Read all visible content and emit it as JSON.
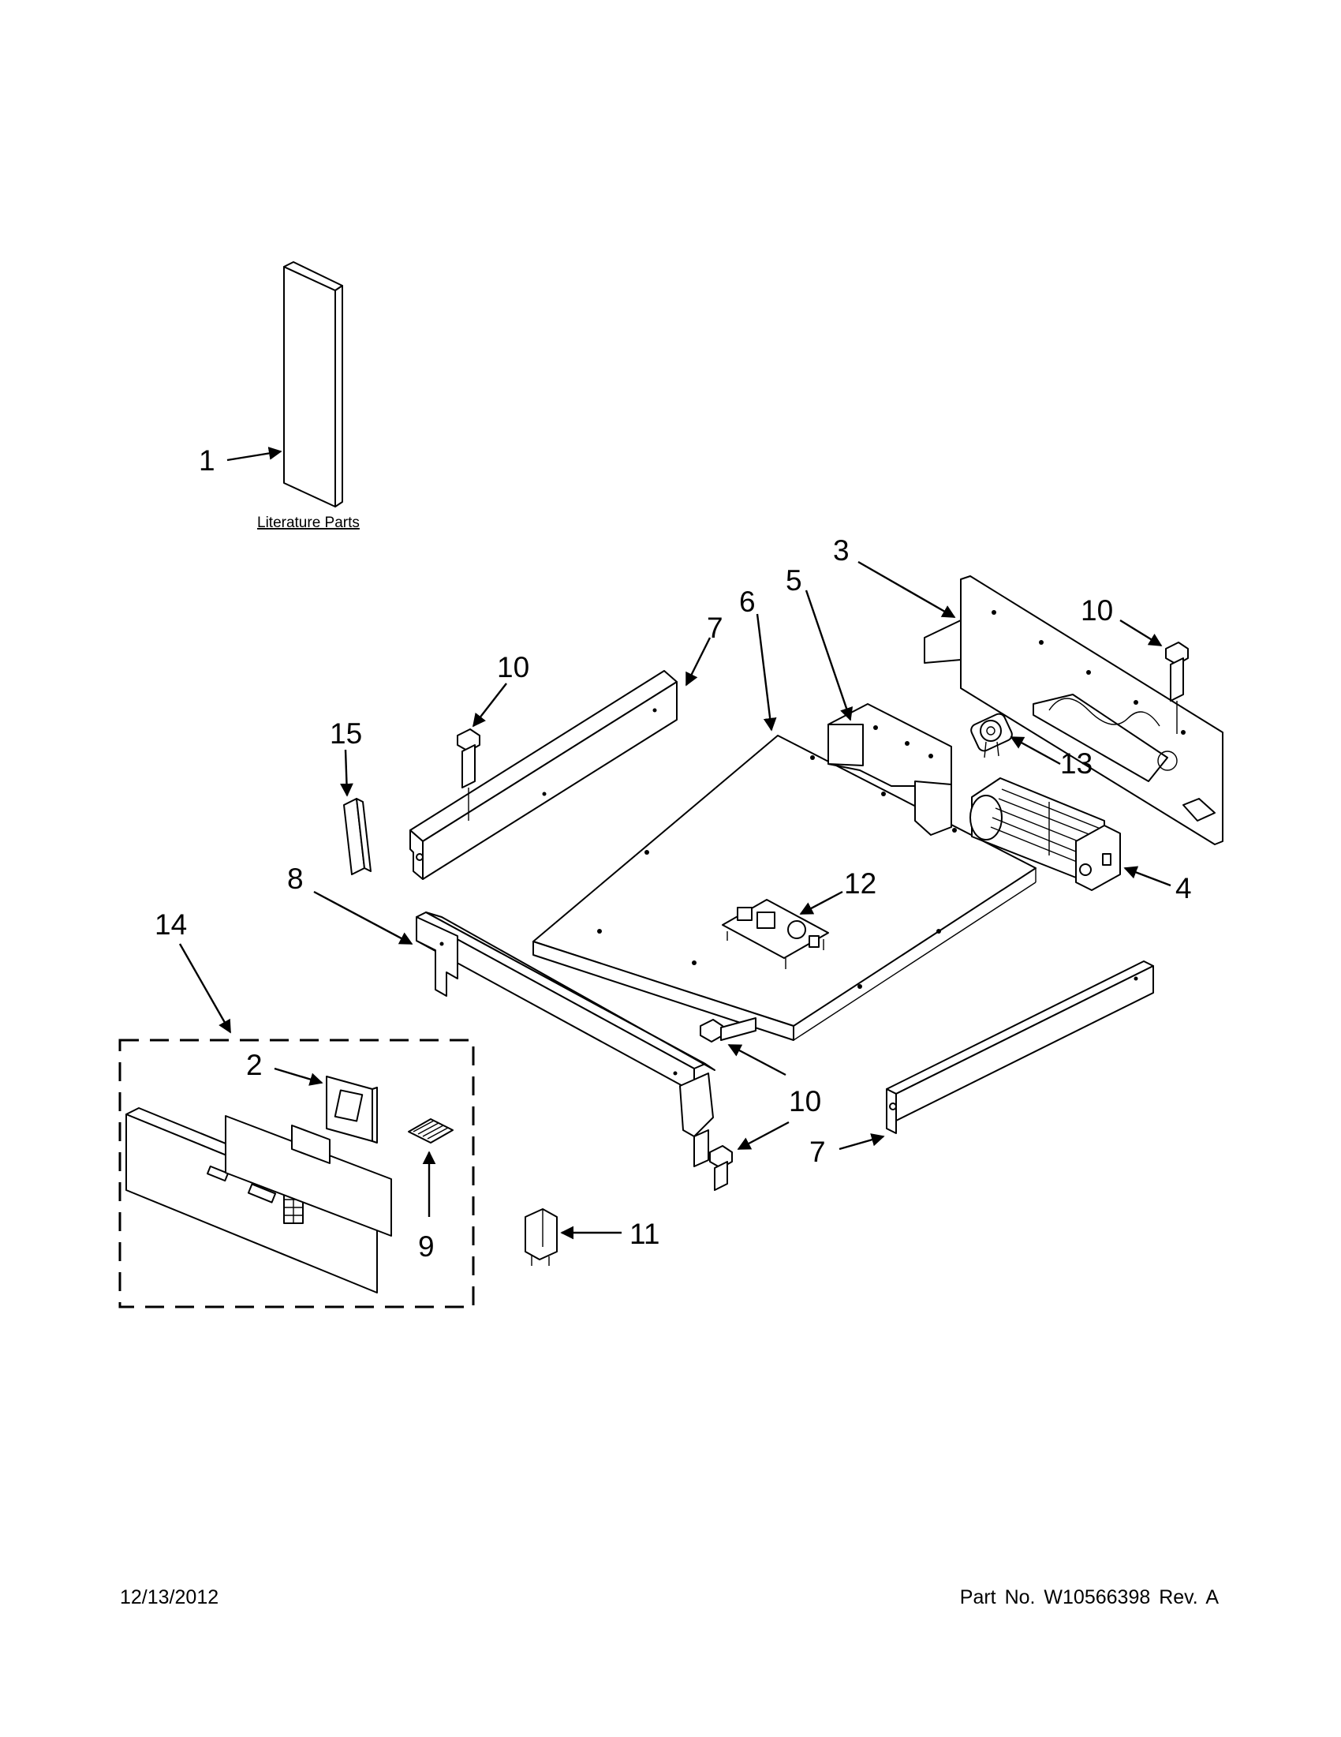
{
  "literature_label": "Literature Parts",
  "callouts": {
    "c1": "1",
    "c2": "2",
    "c3": "3",
    "c4": "4",
    "c5": "5",
    "c6": "6",
    "c7a": "7",
    "c7b": "7",
    "c8": "8",
    "c9": "9",
    "c10a": "10",
    "c10b": "10",
    "c10c": "10",
    "c11": "11",
    "c12": "12",
    "c13": "13",
    "c14": "14",
    "c15": "15"
  },
  "footer": {
    "date": "12/13/2012",
    "part_number": "Part No.  W10566398  Rev.  A"
  }
}
